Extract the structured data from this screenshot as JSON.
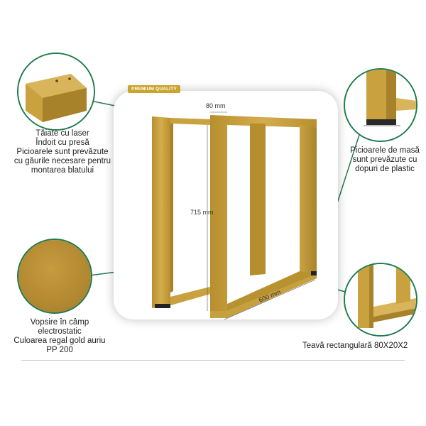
{
  "badge": "PREMIUM QUALITY",
  "dimensions": {
    "width_top": "80 mm",
    "height": "715 mm",
    "depth": "600 mm"
  },
  "callouts": {
    "top_left": [
      "Tăiate cu laser",
      "Îndoit cu presă",
      "Picioarele sunt prevăzute",
      "cu găurile necesare pentru",
      "montarea blatului"
    ],
    "top_right": [
      "Picioarele de masă",
      "sunt prevăzute cu",
      "dopuri de plastic"
    ],
    "bottom_left": [
      "Vopsire în câmp",
      "electrostatic",
      "Culoarea regal gold auriu",
      "PP 200"
    ],
    "bottom_right": "Teavă rectangulară 80X20X2"
  },
  "colors": {
    "gold": "#c9a13e",
    "gold_dark": "#a8822a",
    "gold_light": "#d9b45a",
    "leader_line": "#1f7a4d"
  }
}
